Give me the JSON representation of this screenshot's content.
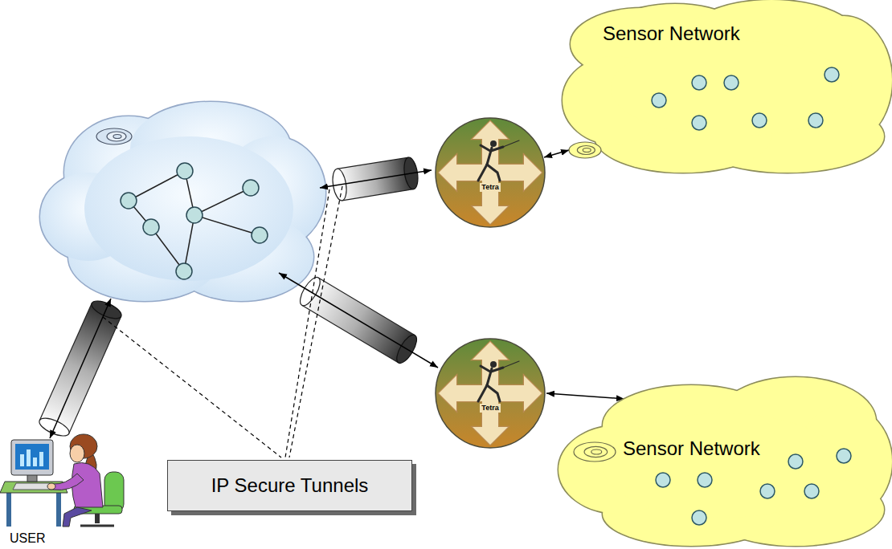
{
  "diagram": {
    "nodes": [
      {
        "text": [
          "Sensor Network"
        ]
      },
      {
        "text": [
          "Tetra"
        ]
      },
      {
        "text": [
          "Tetra"
        ]
      },
      {
        "text": [
          "Sensor Network"
        ]
      },
      {
        "text": [
          "IP Secure Tunnels"
        ]
      }
    ],
    "edges": [
      {
        "from": 1,
        "to": 0,
        "arrow": "both"
      },
      {
        "from": 2,
        "to": 3,
        "arrow": "both"
      }
    ],
    "labels": [
      "USER"
    ]
  }
}
